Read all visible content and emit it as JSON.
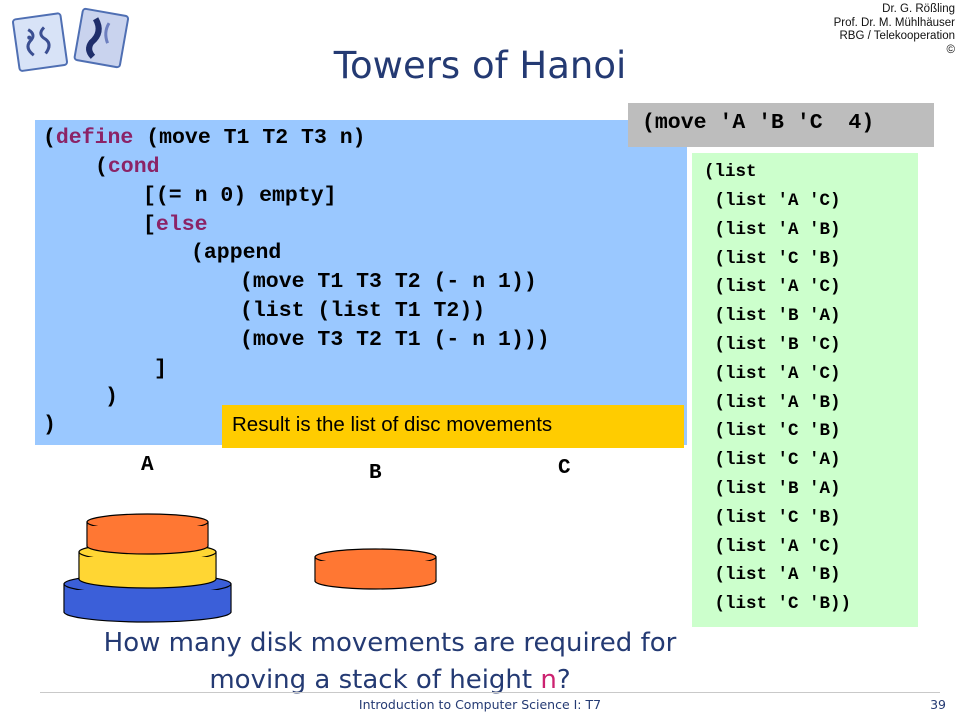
{
  "header": {
    "author_1": "Dr. G. Rößling",
    "author_2": "Prof. Dr. M. Mühlhäuser",
    "department": "RBG / Telekooperation",
    "copyright": "©"
  },
  "slide": {
    "title": "Towers of Hanoi"
  },
  "code": {
    "line1_open": "(",
    "line1_kw": "define",
    "line1_rest": " (move T1 T2 T3 n)",
    "line2_pre": "(",
    "line2_kw": "cond",
    "line3": "[(= n 0) empty]",
    "line4_pre": "[",
    "line4_kw": "else",
    "line5": "(append",
    "line6": "(move T1 T3 T2 (- n 1))",
    "line7": "(list (list T1 T2))",
    "line8": "(move T3 T2 T1 (- n 1)))",
    "line9": "]",
    "line10": ")",
    "line11": ")"
  },
  "call": {
    "text": "(move 'A 'B 'C  4)"
  },
  "result": {
    "lines": [
      "(list",
      " (list 'A 'C)",
      " (list 'A 'B)",
      " (list 'C 'B)",
      " (list 'A 'C)",
      " (list 'B 'A)",
      " (list 'B 'C)",
      " (list 'A 'C)",
      " (list 'A 'B)",
      " (list 'C 'B)",
      " (list 'C 'A)",
      " (list 'B 'A)",
      " (list 'C 'B)",
      " (list 'A 'C)",
      " (list 'A 'B)",
      " (list 'C 'B))"
    ]
  },
  "note": {
    "text": "Result is the list of disc movements"
  },
  "pegs": {
    "a": "A",
    "b": "B",
    "c": "C"
  },
  "disc_colors": {
    "large": "#3b5fd9",
    "medium": "#ffd633",
    "small": "#ff7733",
    "outline": "#000000"
  },
  "question": {
    "line1": "How many disk movements are required for",
    "line2_pre": "moving a stack of height ",
    "line2_var": "n",
    "line2_post": "?"
  },
  "footer": {
    "course": "Introduction to Computer Science I: T7",
    "page": "39"
  }
}
